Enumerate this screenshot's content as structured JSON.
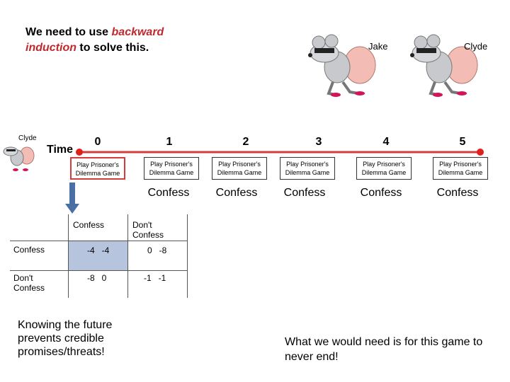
{
  "title": {
    "part1": "We need to use ",
    "highlight1": "backward",
    "highlight2": "induction",
    "part2": " to solve this."
  },
  "colors": {
    "highlight": "#c0282d",
    "timeline": "#d33c3c",
    "matrix_fill": "#b7c4dd",
    "arrow": "#4a6fa5"
  },
  "players": {
    "top_left": "Jake",
    "top_right": "Clyde",
    "small": "Clyde"
  },
  "time_label": "Time",
  "ticks": [
    "0",
    "1",
    "2",
    "3",
    "4",
    "5"
  ],
  "stage_label": "Play Prisoner's Dilemma Game",
  "future_moves": [
    "Confess",
    "Confess",
    "Confess",
    "Confess",
    "Confess"
  ],
  "matrix": {
    "col_headers": [
      "Confess",
      "Don't Confess"
    ],
    "row_headers": [
      "Confess",
      "Don't Confess"
    ],
    "cells": [
      [
        "-4   -4",
        "0   -8"
      ],
      [
        "-8   0",
        "-1   -1"
      ]
    ]
  },
  "note_left": "Knowing the future prevents credible promises/threats!",
  "note_right": "What we would need is for this game to never end!"
}
